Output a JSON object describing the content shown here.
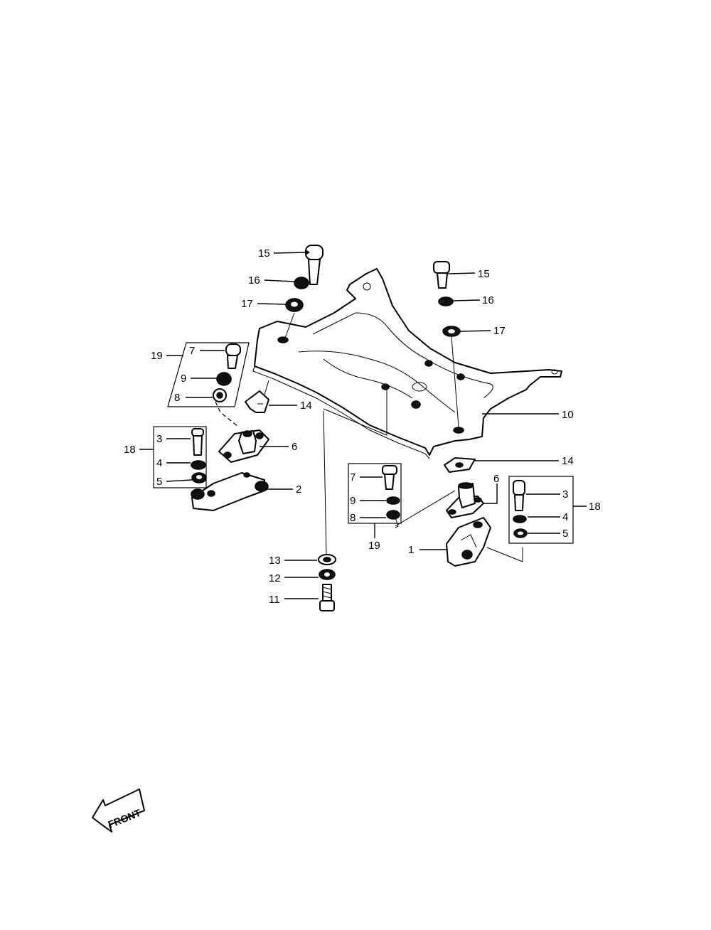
{
  "diagram": {
    "front_label": "FRONT",
    "callouts": {
      "c15_left": "15",
      "c16_left": "16",
      "c17_left": "17",
      "c15_right": "15",
      "c16_right": "16",
      "c17_right": "17",
      "c19_left": "19",
      "c7_left": "7",
      "c9_left": "9",
      "c8_left": "8",
      "c14_left": "14",
      "c18_left": "18",
      "c3_left": "3",
      "c4_left": "4",
      "c5_left": "5",
      "c6_left": "6",
      "c2": "2",
      "c10": "10",
      "c14_right": "14",
      "c7_mid": "7",
      "c9_mid": "9",
      "c8_mid": "8",
      "c19_mid": "19",
      "c6_right": "6",
      "c3_right": "3",
      "c4_right": "4",
      "c5_right": "5",
      "c18_right": "18",
      "c1": "1",
      "c13": "13",
      "c12": "12",
      "c11": "11"
    }
  }
}
